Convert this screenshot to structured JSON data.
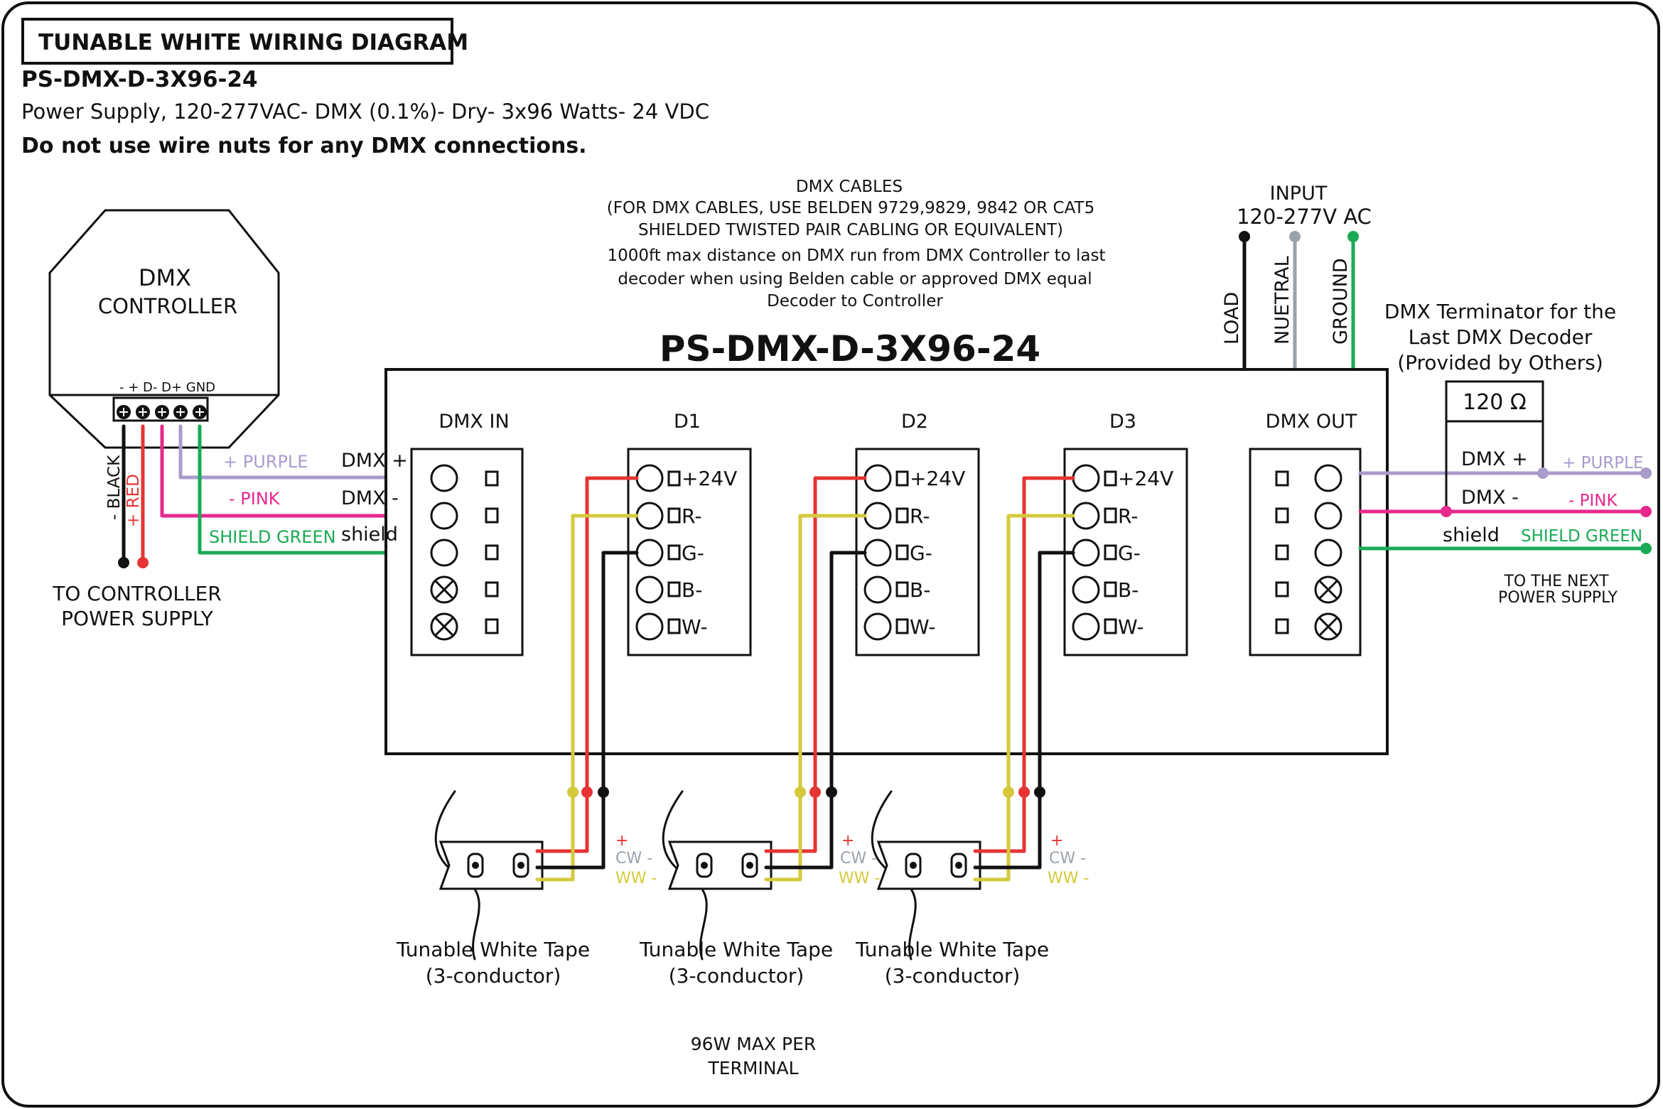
{
  "header": {
    "title": "TUNABLE WHITE WIRING DIAGRAM",
    "model": "PS-DMX-D-3X96-24",
    "description": "Power Supply, 120-277VAC- DMX (0.1%)- Dry- 3x96 Watts- 24 VDC",
    "warning": "Do not use wire nuts for any DMX connections."
  },
  "dmx_cables_note": [
    "DMX CABLES",
    "(FOR DMX CABLES, USE BELDEN 9729,9829, 9842 OR CAT5",
    "SHIELDED TWISTED PAIR CABLING OR EQUIVALENT)",
    "1000ft max distance on DMX run from DMX Controller to last",
    "decoder when using Belden cable or approved DMX equal",
    "Decoder to Controller"
  ],
  "input": {
    "title": "INPUT",
    "voltage": "120-277V AC",
    "load": "LOAD",
    "neutral": "NUETRAL",
    "ground": "GROUND"
  },
  "terminator": {
    "note": [
      "DMX Terminator for the",
      "Last DMX Decoder",
      "(Provided by Others)"
    ],
    "resistor": "120 Ω",
    "dmx_plus": "DMX +",
    "dmx_minus": "DMX -",
    "shield": "shield",
    "purple": "+ PURPLE",
    "pink": "- PINK",
    "shield_green": "SHIELD GREEN",
    "next_supply": [
      "TO THE NEXT",
      "POWER SUPPLY"
    ]
  },
  "controller": {
    "title": "DMX",
    "subtitle": "CONTROLLER",
    "pins": "-   +  D- D+ GND",
    "black": "- BLACK",
    "red": "+ RED",
    "purple": "+ PURPLE",
    "pink": "- PINK",
    "shield_green": "SHIELD GREEN",
    "to_supply": [
      "TO CONTROLLER",
      "POWER SUPPLY"
    ]
  },
  "device": {
    "title": "PS-DMX-D-3X96-24",
    "dmx_in": "DMX IN",
    "dmx_out": "DMX OUT",
    "dmx_plus": "DMX +",
    "dmx_minus": "DMX -",
    "shield": "shield",
    "outputs": [
      {
        "label": "D1"
      },
      {
        "label": "D2"
      },
      {
        "label": "D3"
      }
    ],
    "pin_labels": [
      "+24V",
      "R-",
      "G-",
      "B-",
      "W-"
    ]
  },
  "tapes": [
    {
      "label": "Tunable White Tape",
      "sub": "(3-conductor)"
    },
    {
      "label": "Tunable White Tape",
      "sub": "(3-conductor)"
    },
    {
      "label": "Tunable White Tape",
      "sub": "(3-conductor)"
    }
  ],
  "tape_wires": {
    "plus": "+",
    "cw": "CW -",
    "ww": "WW -"
  },
  "footer": [
    "96W MAX PER",
    "TERMINAL"
  ],
  "colors": {
    "purple": "#a99bcc",
    "pink": "#e8288c",
    "green": "#1aaa55",
    "red": "#e63333",
    "yellow": "#d4c93a",
    "gray": "#9aa3ab",
    "black": "#111111"
  }
}
